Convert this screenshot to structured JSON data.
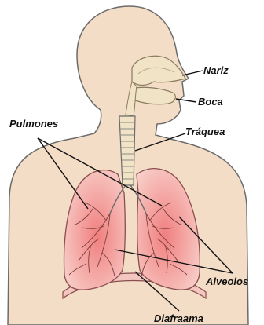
{
  "labels": {
    "nose": "Nariz",
    "mouth": "Boca",
    "trachea": "Tráquea",
    "lungs": "Pulmones",
    "alveoli": "Alveolos",
    "diaphragm": "Diafraama"
  },
  "colors": {
    "skin": "#f4ddc6",
    "skin_outline": "#6b6b6b",
    "lung_fill": "#f6b3b0",
    "lung_edge": "#8a4e4e",
    "airway": "#f1e4c6",
    "pointer": "#111111"
  }
}
